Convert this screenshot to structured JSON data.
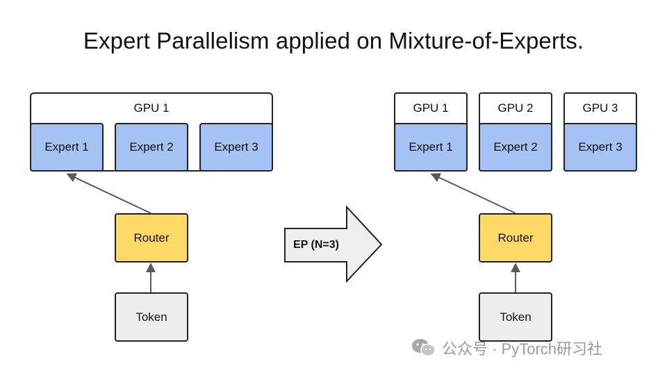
{
  "title": "Expert Parallelism applied on Mixture-of-Experts.",
  "left": {
    "gpu_label": "GPU 1",
    "experts": [
      "Expert 1",
      "Expert 2",
      "Expert 3"
    ],
    "router": "Router",
    "token": "Token"
  },
  "transform": {
    "label": "EP (N=3)"
  },
  "right": {
    "gpus": [
      "GPU 1",
      "GPU 2",
      "GPU 3"
    ],
    "experts": [
      "Expert 1",
      "Expert 2",
      "Expert 3"
    ],
    "router": "Router",
    "token": "Token"
  },
  "watermark": {
    "text": "公众号 · PyTorch研习社",
    "icon": "wechat-icon"
  },
  "colors": {
    "expert": "#a4c2f4",
    "router": "#ffd966",
    "token": "#eeeeee",
    "border": "#222222",
    "arrow": "#595959"
  }
}
